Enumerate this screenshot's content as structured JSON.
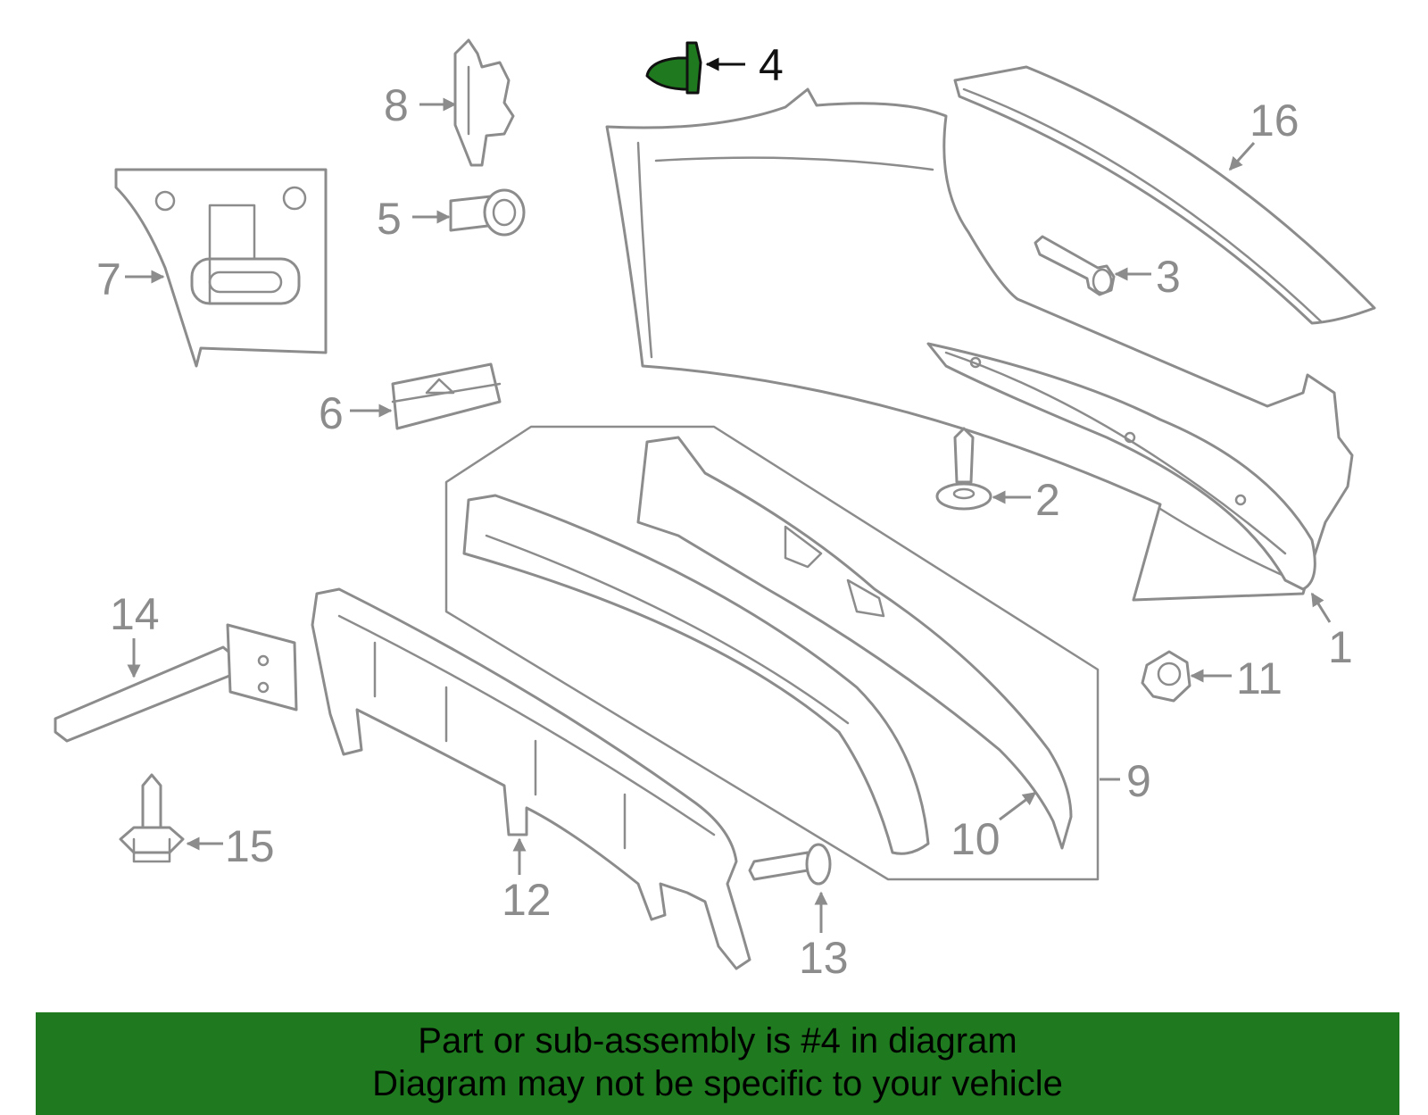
{
  "diagram": {
    "highlight_color": "#1f7a1f",
    "line_color": "#8c8c8c",
    "selected_part": "4",
    "callouts": [
      "1",
      "2",
      "3",
      "4",
      "5",
      "6",
      "7",
      "8",
      "9",
      "10",
      "11",
      "12",
      "13",
      "14",
      "15",
      "16"
    ]
  },
  "banner": {
    "line1": "Part or sub-assembly is #4 in diagram",
    "line2": "Diagram may not be specific to your vehicle",
    "background": "#1f7a1f"
  }
}
